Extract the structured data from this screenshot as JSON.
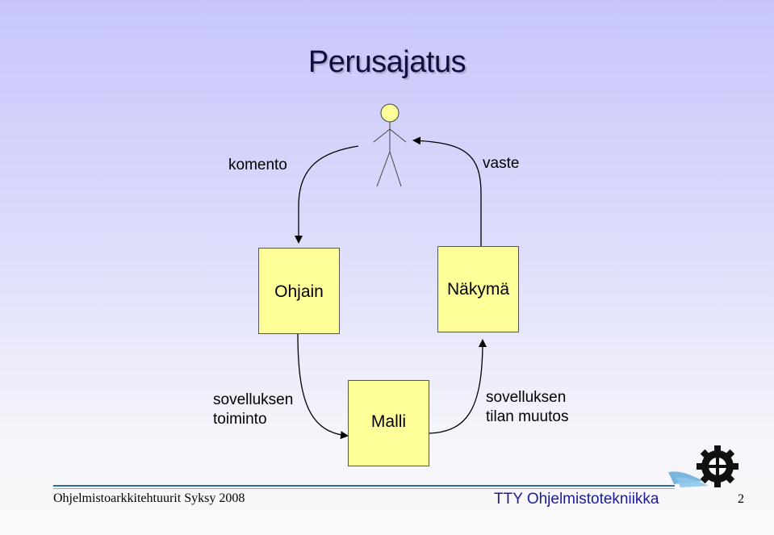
{
  "title": "Perusajatus",
  "labels": {
    "command": "komento",
    "response": "vaste",
    "app_action_line1": "sovelluksen",
    "app_action_line2": "toiminto",
    "state_change_line1": "sovelluksen",
    "state_change_line2": "tilan muutos"
  },
  "boxes": {
    "controller": "Ohjain",
    "view": "Näkymä",
    "model": "Malli"
  },
  "footer": {
    "course": "Ohjelmistoarkkitehtuurit Syksy 2008",
    "department": "TTY Ohjelmistotekniikka",
    "page_number": "2"
  },
  "colors": {
    "box_fill": "#ffff99",
    "actor_head": "#ffff99",
    "footer_text": "#1a1a9a",
    "footer_line": "#2c6f9c"
  },
  "icons": {
    "actor": "stick-figure-icon",
    "logo": "tty-gear-logo-icon"
  }
}
